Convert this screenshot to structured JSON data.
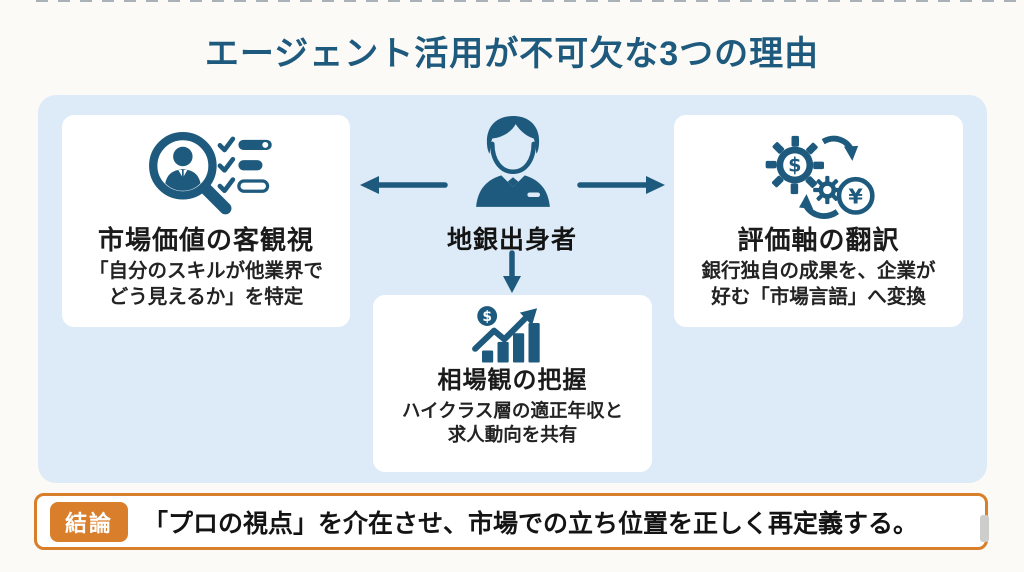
{
  "page": {
    "title": "エージェント活用が不可欠な3つの理由"
  },
  "colors": {
    "accent_blue": "#1e5a7d",
    "panel_blue": "#ddeaf7",
    "orange": "#d97e2a",
    "text": "#1b1b1b"
  },
  "center": {
    "icon": "businessperson-icon",
    "label": "地銀出身者"
  },
  "cards": [
    {
      "icon": "magnifier-checklist-icon",
      "title": "市場価値の客観視",
      "desc1": "「自分のスキルが他業界で",
      "desc2": "どう見えるか」を特定"
    },
    {
      "icon": "currency-exchange-gears-icon",
      "title": "評価軸の翻訳",
      "desc1": "銀行独自の成果を、企業が",
      "desc2": "好む「市場言語」へ変換"
    },
    {
      "icon": "money-growth-chart-icon",
      "title": "相場観の把握",
      "desc1": "ハイクラス層の適正年収と",
      "desc2": "求人動向を共有"
    }
  ],
  "conclusion": {
    "badge": "結論",
    "text": "「プロの視点」を介在させ、市場での立ち位置を正しく再定義する。"
  }
}
